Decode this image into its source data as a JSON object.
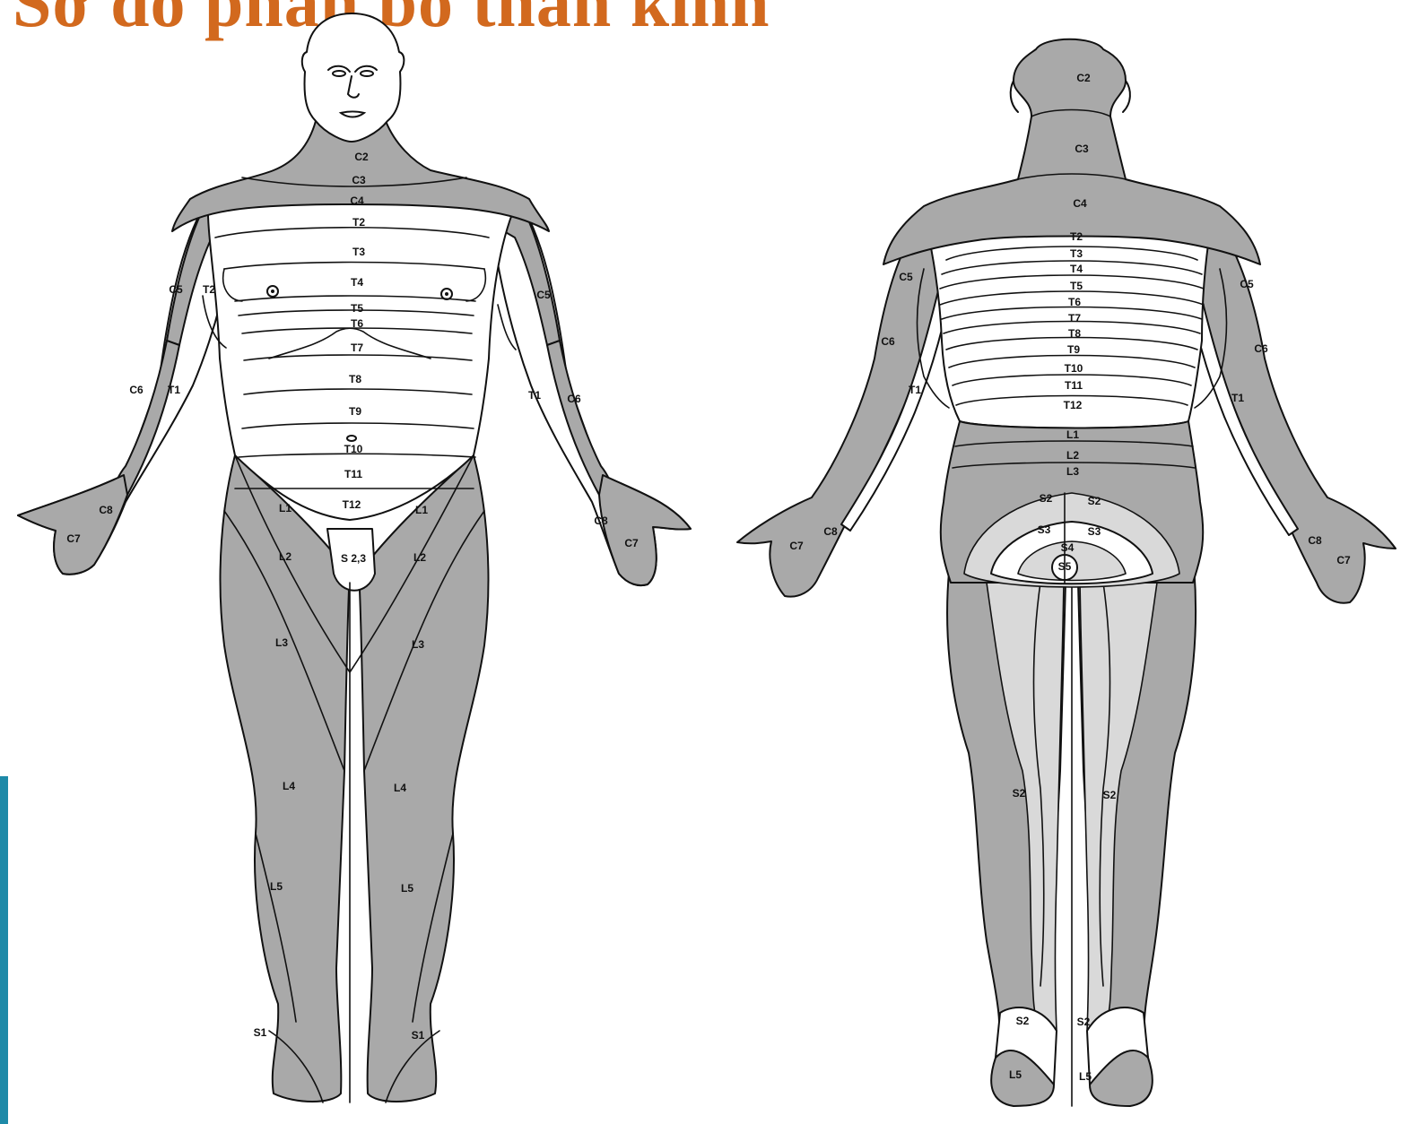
{
  "title": "Sơ đồ phân bố thần kinh",
  "colors": {
    "title": "#d2691e",
    "accent_bar": "#1e8aa8",
    "shade": "#a9a9a9",
    "light": "#d9d9d9"
  },
  "anterior": {
    "labels": {
      "c2": "C2",
      "c3": "C3",
      "c4": "C4",
      "t2": "T2",
      "t3": "T3",
      "t4": "T4",
      "t5": "T5",
      "t6": "T6",
      "t7": "T7",
      "t8": "T8",
      "t9": "T9",
      "t10": "T10",
      "t11": "T11",
      "t12": "T12",
      "c5_right": "C5",
      "t2_right": "T2",
      "c5_left": "C5",
      "c6_right": "C6",
      "t1_right": "T1",
      "t1_left": "T1",
      "c6_left": "C6",
      "c8_right": "C8",
      "c7_right": "C7",
      "c8_left": "C8",
      "c7_left": "C7",
      "l1_right": "L1",
      "l1_left": "L1",
      "l2_right": "L2",
      "l2_left": "L2",
      "s23": "S 2,3",
      "l3_right": "L3",
      "l3_left": "L3",
      "l4_right": "L4",
      "l4_left": "L4",
      "l5_right": "L5",
      "l5_left": "L5",
      "s1_right": "S1",
      "s1_left": "S1"
    }
  },
  "posterior": {
    "labels": {
      "c2": "C2",
      "c3": "C3",
      "c4": "C4",
      "t2": "T2",
      "t3": "T3",
      "t4": "T4",
      "t5": "T5",
      "t6": "T6",
      "t7": "T7",
      "t8": "T8",
      "t9": "T9",
      "t10": "T10",
      "t11": "T11",
      "t12": "T12",
      "l1": "L1",
      "l2": "L2",
      "l3": "L3",
      "c5_left": "C5",
      "c5_right": "C5",
      "c6_left": "C6",
      "c6_right": "C6",
      "t1_left": "T1",
      "t1_right": "T1",
      "c7_left": "C7",
      "c8_left": "C8",
      "c8_right": "C8",
      "c7_right": "C7",
      "s2_upper_left": "S2",
      "s2_upper_right": "S2",
      "s3_left": "S3",
      "s3_right": "S3",
      "s4": "S4",
      "s5": "S5",
      "s2_leg_left": "S2",
      "s2_leg_right": "S2",
      "s2_ankle_left": "S2",
      "s2_ankle_right": "S2",
      "l5_left": "L5",
      "l5_right": "L5"
    }
  }
}
